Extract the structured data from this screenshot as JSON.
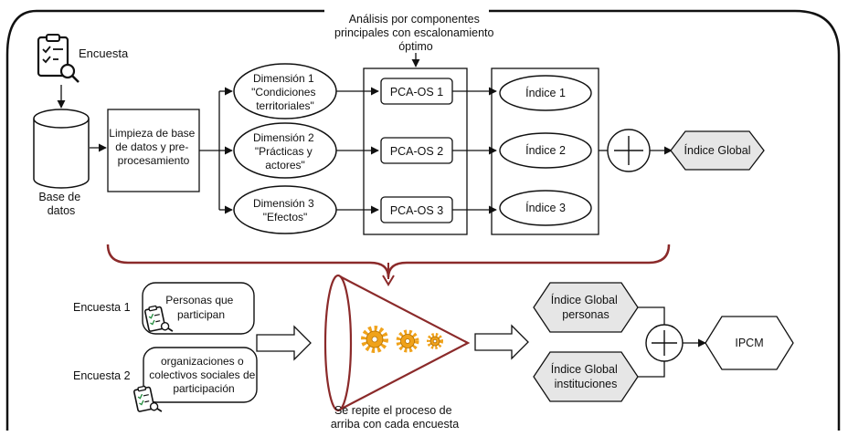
{
  "diagram": {
    "top_note": [
      "Análisis por componentes",
      "principales con escalonamiento",
      "óptimo"
    ],
    "encuesta_label": "Encuesta",
    "base_datos": [
      "Base de",
      "datos"
    ],
    "limpieza": [
      "Limpieza de base",
      "de datos y pre-",
      "procesamiento"
    ],
    "dimensions": [
      [
        "Dimensión 1",
        "\"Condiciones",
        "territoriales\""
      ],
      [
        "Dimensión 2",
        "\"Prácticas y",
        "actores\""
      ],
      [
        "Dimensión 3",
        "\"Efectos\""
      ]
    ],
    "pca": [
      "PCA-OS 1",
      "PCA-OS 2",
      "PCA-OS 3"
    ],
    "indices": [
      "Índice 1",
      "Índice 2",
      "Índice 3"
    ],
    "indice_global": "Índice Global",
    "encuesta1_label": "Encuesta 1",
    "encuesta2_label": "Encuesta 2",
    "encuesta1_box": [
      "Personas que",
      "participan"
    ],
    "encuesta2_box": [
      "organizaciones o",
      "colectivos sociales de",
      "participación"
    ],
    "repeat_note": [
      "Se repite el proceso de",
      "arriba con cada encuesta"
    ],
    "global_personas": [
      "Índice Global",
      "personas"
    ],
    "global_instituciones": [
      "Índice Global",
      "instituciones"
    ],
    "ipcm": "IPCM",
    "colors": {
      "brace": "#8b2a2a",
      "hexagon_fill": "#e6e6e6",
      "gear": "#f0a21a",
      "clipboard_check": "#1f8a3b"
    }
  }
}
